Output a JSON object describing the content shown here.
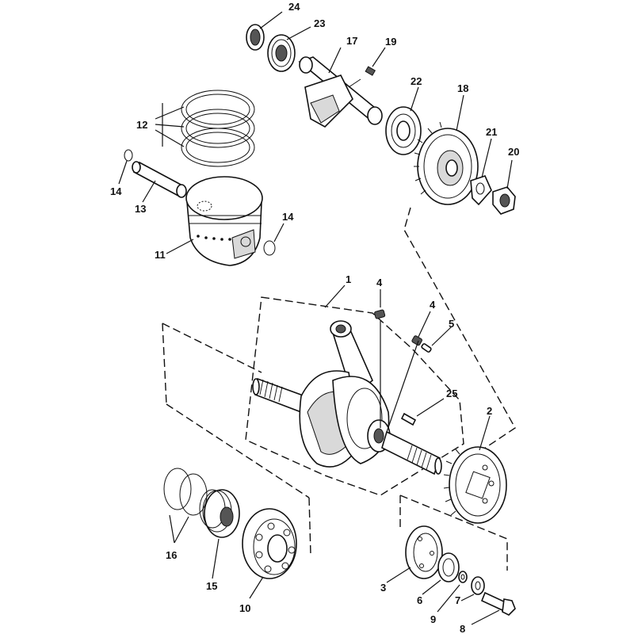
{
  "diagram": {
    "labels": {
      "p1": "1",
      "p2": "2",
      "p3": "3",
      "p4a": "4",
      "p4b": "4",
      "p5": "5",
      "p6": "6",
      "p7": "7",
      "p8": "8",
      "p9": "9",
      "p10": "10",
      "p11": "11",
      "p12": "12",
      "p13": "13",
      "p14a": "14",
      "p14b": "14",
      "p15": "15",
      "p16": "16",
      "p17": "17",
      "p18": "18",
      "p19": "19",
      "p20": "20",
      "p21": "21",
      "p22": "22",
      "p23": "23",
      "p24": "24",
      "p25": "25"
    }
  }
}
